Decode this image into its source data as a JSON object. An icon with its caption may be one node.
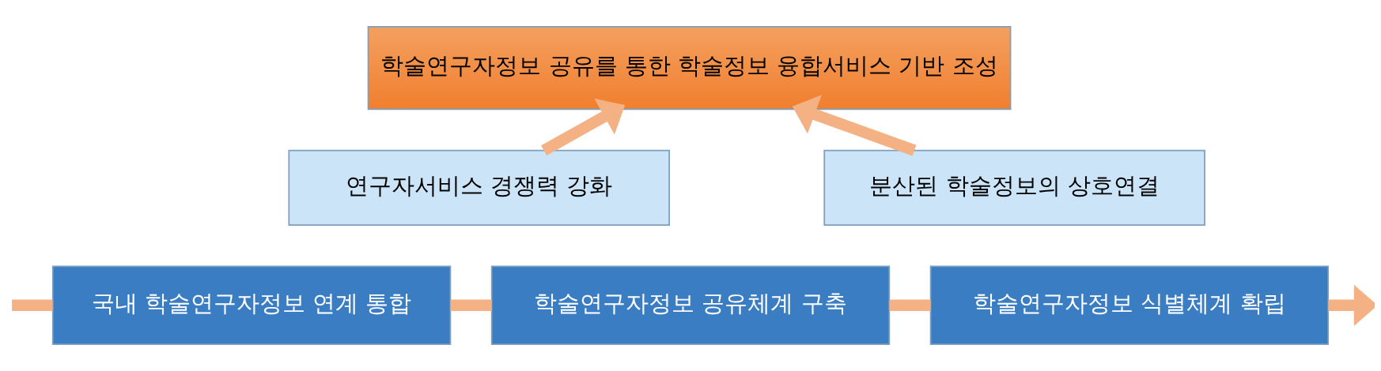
{
  "diagram": {
    "nodes": [
      {
        "text": [
          "학술연구자정보 공유를 통한 학술정보 융합서비스 기반 조성"
        ]
      },
      {
        "text": [
          "연구자서비스 경쟁력 강화"
        ]
      },
      {
        "text": [
          "분산된 학술정보의 상호연결"
        ]
      },
      {
        "text": [
          "국내 학술연구자정보 연계 통합"
        ]
      },
      {
        "text": [
          "학술연구자정보 공유체계 구축"
        ]
      },
      {
        "text": [
          "학술연구자정보 식별체계 확립"
        ]
      }
    ],
    "edges": [
      {
        "from": 1,
        "to": 0,
        "arrow": "to"
      },
      {
        "from": 2,
        "to": 0,
        "arrow": "to"
      },
      {
        "from": null,
        "to": 3,
        "arrow": "none"
      },
      {
        "from": 3,
        "to": 4,
        "arrow": "none"
      },
      {
        "from": 4,
        "to": 5,
        "arrow": "none"
      },
      {
        "from": 5,
        "to": null,
        "arrow": "to"
      }
    ]
  }
}
